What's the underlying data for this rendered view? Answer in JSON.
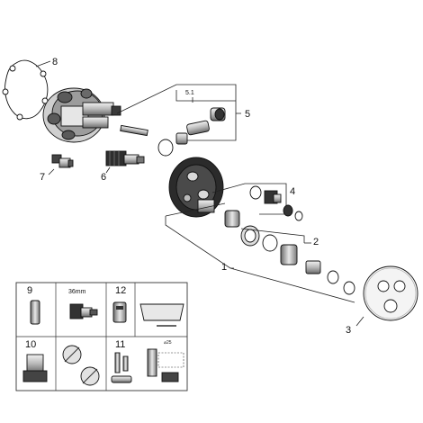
{
  "callouts": {
    "c1": "1",
    "c2": "2",
    "c3": "3",
    "c4": "4",
    "c5": "5",
    "c5_1": "5.1",
    "c6": "6",
    "c7": "7",
    "c8": "8"
  },
  "inset": {
    "c9": "9",
    "c10": "10",
    "c11": "11",
    "c12": "12",
    "wrench_size": "36mm",
    "screw_size": "⌀25"
  },
  "colors": {
    "line": "#222222",
    "dark": "#2b2b2b",
    "mid": "#8a8a8a",
    "light": "#d4d4d4",
    "background": "#ffffff"
  }
}
